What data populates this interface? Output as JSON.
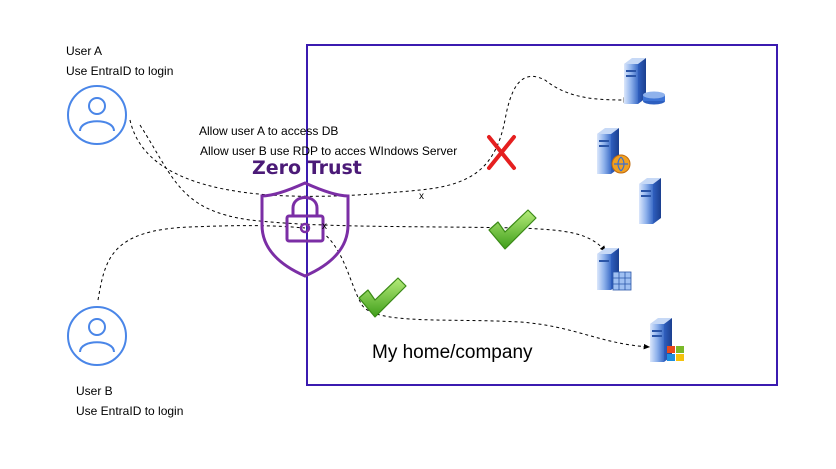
{
  "user_a": {
    "name": "User A",
    "login": "Use EntraID to login"
  },
  "user_b": {
    "name": "User B",
    "login": "Use EntraID to login"
  },
  "policy": {
    "rule_a": "Allow user A to access DB",
    "rule_b": "Allow user B use RDP to acces WIndows Server"
  },
  "zero_trust": {
    "title": "Zero Trust"
  },
  "network": {
    "label": "My home/company"
  },
  "markers": {
    "cross_mark_a": "x",
    "cross_mark_b": "x"
  },
  "colors": {
    "boundary": "#3b1bb0",
    "user_icon": "#4a86e8",
    "shield": "#7b2ea5",
    "allowed": "#62b82e",
    "denied": "#e51f1f"
  },
  "icons": {
    "user_a": "user-icon",
    "user_b": "user-icon",
    "shield": "shield-lock-icon",
    "db_server": "database-server-icon",
    "web_server": "web-server-icon",
    "server": "server-icon",
    "cluster_server": "cluster-server-icon",
    "windows_server": "windows-server-icon",
    "denied": "red-cross-icon",
    "allowed": "green-check-icon"
  }
}
